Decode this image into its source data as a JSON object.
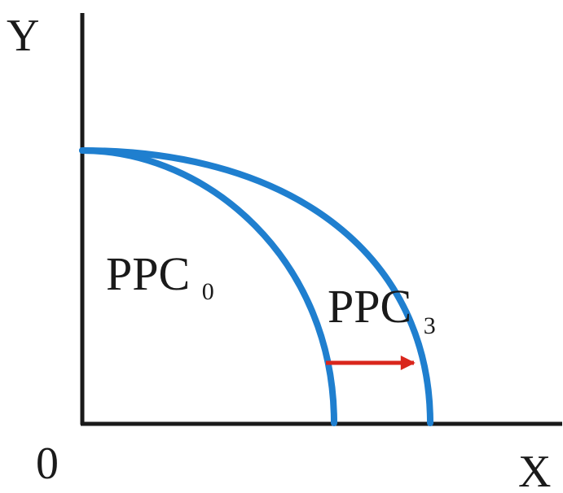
{
  "axes": {
    "y_label": "Y",
    "x_label": "X",
    "origin_label": "0"
  },
  "curves": [
    {
      "label": "PPC",
      "subscript": "0"
    },
    {
      "label": "PPC",
      "subscript": "3"
    }
  ],
  "colors": {
    "axis": "#1a1a1a",
    "curve": "#1f7fcf",
    "arrow": "#d9261c",
    "text": "#1a1a1a"
  }
}
